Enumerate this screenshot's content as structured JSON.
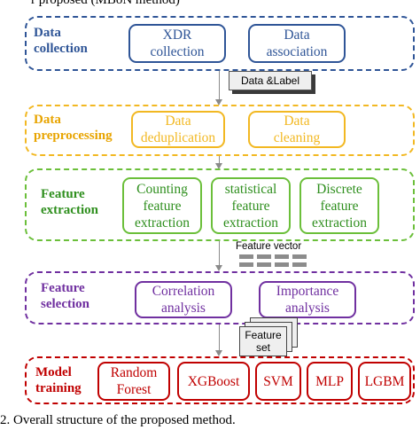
{
  "header_fragment": "r proposed (MBoN method)",
  "stages": {
    "collection": {
      "label": "Data\ncollection",
      "color": "#2f5597",
      "boxes": [
        "XDR\ncollection",
        "Data\nassociation"
      ]
    },
    "preprocessing": {
      "label": "Data\npreprocessing",
      "color": "#f2b822",
      "boxes": [
        "Data\ndeduplication",
        "Data\ncleaning"
      ]
    },
    "extraction": {
      "label": "Feature\nextraction",
      "color": "#6bbf3a",
      "label_color": "#2f8f1e",
      "boxes": [
        "Counting\nfeature\nextraction",
        "statistical\nfeature\nextraction",
        "Discrete\nfeature\nextraction"
      ]
    },
    "selection": {
      "label": "Feature\nselection",
      "color": "#7030a0",
      "boxes": [
        "Correlation\nanalysis",
        "Importance\nanalysis"
      ]
    },
    "training": {
      "label": "Model\ntraining",
      "color": "#c00000",
      "boxes": [
        "Random\nForest",
        "XGBoost",
        "SVM",
        "MLP",
        "LGBM"
      ]
    }
  },
  "connectors": {
    "data_label": "Data &Label",
    "feature_vector": "Feature vector",
    "feature_set": "Feature\nset"
  },
  "caption": "2.  Overall structure of the proposed method."
}
